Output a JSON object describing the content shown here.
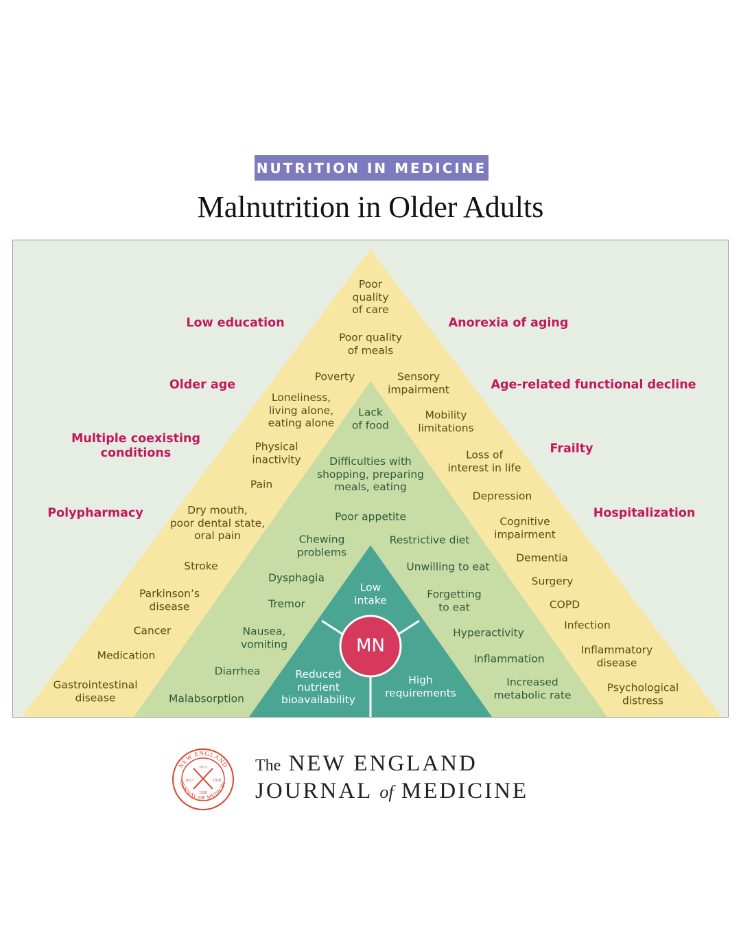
{
  "header": {
    "tag": "NUTRITION IN MEDICINE",
    "title": "Malnutrition in Older Adults"
  },
  "diagram": {
    "center": "MN",
    "core": [
      "Low\nintake",
      "Reduced\nnutrient\nbioavailability",
      "High\nrequirements"
    ],
    "outer": [
      "Low education",
      "Older age",
      "Multiple coexisting\nconditions",
      "Polypharmacy",
      "Anorexia of aging",
      "Age-related functional decline",
      "Frailty",
      "Hospitalization"
    ],
    "yellow": [
      "Poor\nquality\nof care",
      "Poor quality\nof meals",
      "Poverty",
      "Sensory\nimpairment",
      "Loneliness,\nliving alone,\neating alone",
      "Mobility\nlimitations",
      "Physical\ninactivity",
      "Loss of\ninterest in life",
      "Pain",
      "Depression",
      "Dry mouth,\npoor dental state,\noral pain",
      "Cognitive\nimpairment",
      "Dementia",
      "Stroke",
      "Surgery",
      "Parkinson’s\ndisease",
      "COPD",
      "Cancer",
      "Infection",
      "Inflammatory\ndisease",
      "Medication",
      "Gastrointestinal\ndisease",
      "Psychological\ndistress"
    ],
    "green": [
      "Lack\nof food",
      "Difficulties with\nshopping, preparing\nmeals, eating",
      "Poor appetite",
      "Chewing\nproblems",
      "Restrictive diet",
      "Unwilling to eat",
      "Dysphagia",
      "Forgetting\nto eat",
      "Tremor",
      "Nausea,\nvomiting",
      "Hyperactivity",
      "Inflammation",
      "Diarrhea",
      "Increased\nmetabolic rate",
      "Malabsorption"
    ]
  },
  "footer": {
    "journal_the": "The",
    "journal_line1": "NEW ENGLAND",
    "journal_line2a": "JOURNAL",
    "journal_of": "of",
    "journal_line2b": "MEDICINE",
    "seal_top": "NEW ENGLAND",
    "seal_bottom": "JOURNAL OF MEDICINE",
    "seal_year_top": "1812",
    "seal_year_left": "1823",
    "seal_year_right": "1828",
    "seal_year_bottom": "1928"
  },
  "colors": {
    "tag_bg": "#7d7bbd",
    "panel_bg": "#e6eee4",
    "outer_tri": "#f8e7a2",
    "mid_tri": "#c8dca6",
    "inner_tri": "#4aa592",
    "mn_circle": "#d6395c",
    "outer_label": "#c2185b",
    "seal": "#d9432f"
  }
}
